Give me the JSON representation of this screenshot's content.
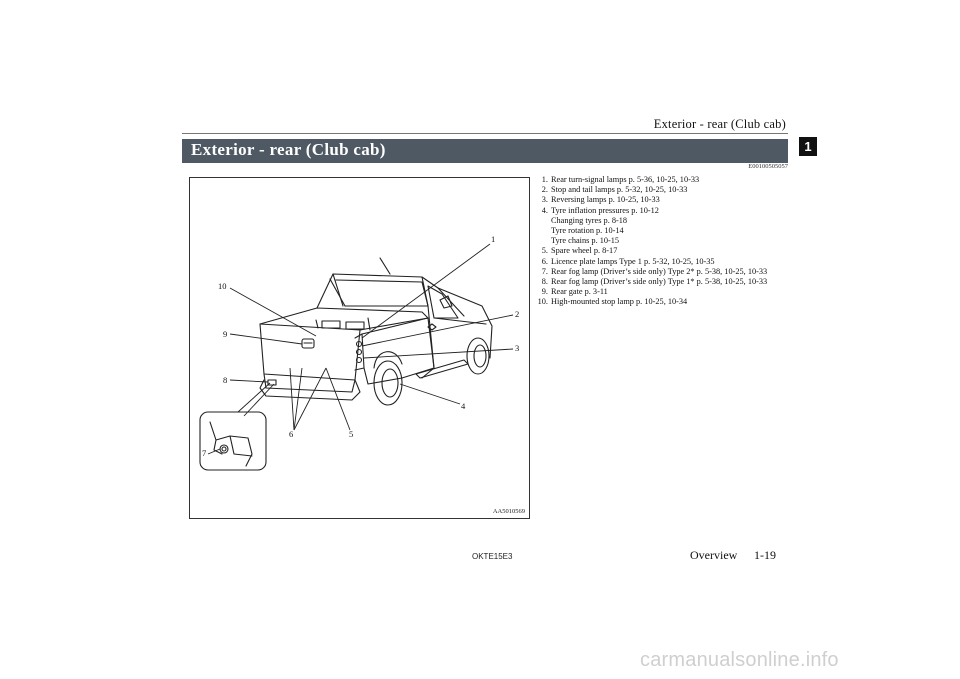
{
  "header": {
    "running_title": "Exterior - rear (Club cab)",
    "chapter_number": "1"
  },
  "section": {
    "title": "Exterior - rear (Club cab)",
    "code": "E00100505057"
  },
  "figure": {
    "code": "AA5010569",
    "callouts": [
      "1",
      "2",
      "3",
      "4",
      "5",
      "6",
      "7",
      "8",
      "9",
      "10"
    ]
  },
  "items": [
    {
      "num": "1.",
      "text": "Rear turn-signal lamps p. 5-36, 10-25, 10-33"
    },
    {
      "num": "2.",
      "text": "Stop and tail lamps p. 5-32, 10-25, 10-33"
    },
    {
      "num": "3.",
      "text": "Reversing lamps p. 10-25, 10-33"
    },
    {
      "num": "4.",
      "text": "Tyre inflation pressures p. 10-12"
    },
    {
      "num": "",
      "text": "Changing tyres p. 8-18"
    },
    {
      "num": "",
      "text": "Tyre rotation p. 10-14"
    },
    {
      "num": "",
      "text": "Tyre chains p. 10-15"
    },
    {
      "num": "5.",
      "text": "Spare wheel p. 8-17"
    },
    {
      "num": "6.",
      "text": "Licence plate lamps Type 1 p. 5-32, 10-25, 10-35"
    },
    {
      "num": "7.",
      "text": "Rear fog lamp (Driver’s side only) Type 2* p. 5-38, 10-25, 10-33"
    },
    {
      "num": "8.",
      "text": "Rear fog lamp (Driver’s side only) Type 1* p. 5-38, 10-25, 10-33"
    },
    {
      "num": "9.",
      "text": "Rear gate p. 3-11"
    },
    {
      "num": "10.",
      "text": "High-mounted stop lamp p. 10-25, 10-34"
    }
  ],
  "footer": {
    "doc_code": "OKTE15E3",
    "section": "Overview",
    "page": "1-19"
  },
  "watermark": "carmanualsonline.info"
}
